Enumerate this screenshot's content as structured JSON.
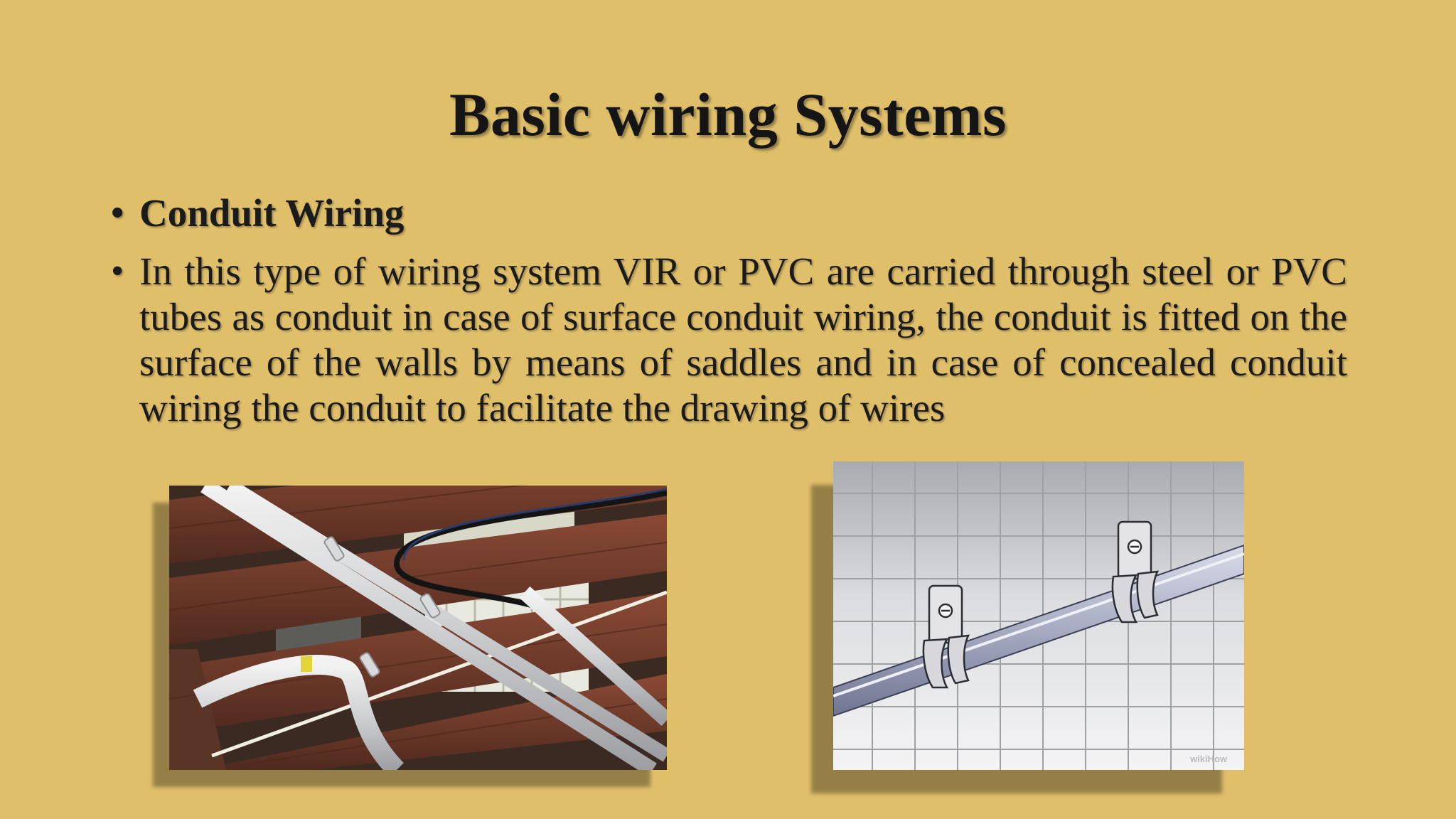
{
  "slide": {
    "title": "Basic wiring Systems",
    "bullets": [
      {
        "marker": "•",
        "text": "Conduit Wiring"
      },
      {
        "marker": "•",
        "text": "In this type of wiring system VIR or PVC are carried through steel or PVC tubes as conduit in case of surface conduit wiring, the conduit is fitted on the surface of the walls by means of saddles and in case of concealed conduit wiring the conduit to facilitate the drawing of wires"
      }
    ],
    "images": {
      "left": {
        "subject": "photo-conduit-pipes-on-wooden-joists"
      },
      "right": {
        "subject": "illustration-conduit-saddles-on-tiled-wall",
        "watermark": "wikiHow"
      }
    },
    "colors": {
      "background": "#dfbf6a",
      "text": "#1b1b1b",
      "frame_shadow": "#8a7540"
    }
  }
}
